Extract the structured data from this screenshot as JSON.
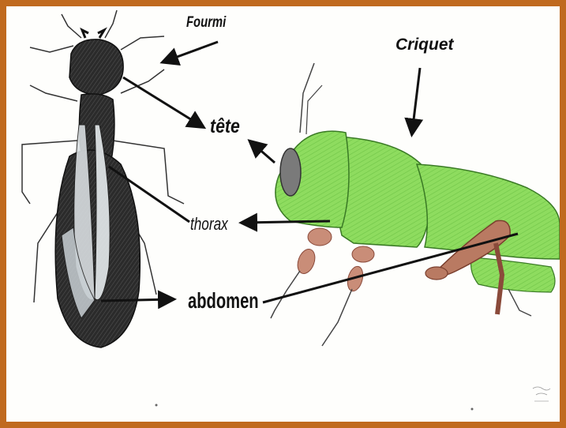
{
  "labels": {
    "fourmi": "Fourmi",
    "criquet": "Criquet",
    "tete": "tête",
    "thorax": "thorax",
    "abdomen": "abdomen"
  },
  "colors": {
    "frame": "#c06a1f",
    "ant_body": "#2a2a2a",
    "grasshopper_body": "#8fdc62",
    "grasshopper_legs": "#b97a62",
    "arrows": "#111111"
  }
}
